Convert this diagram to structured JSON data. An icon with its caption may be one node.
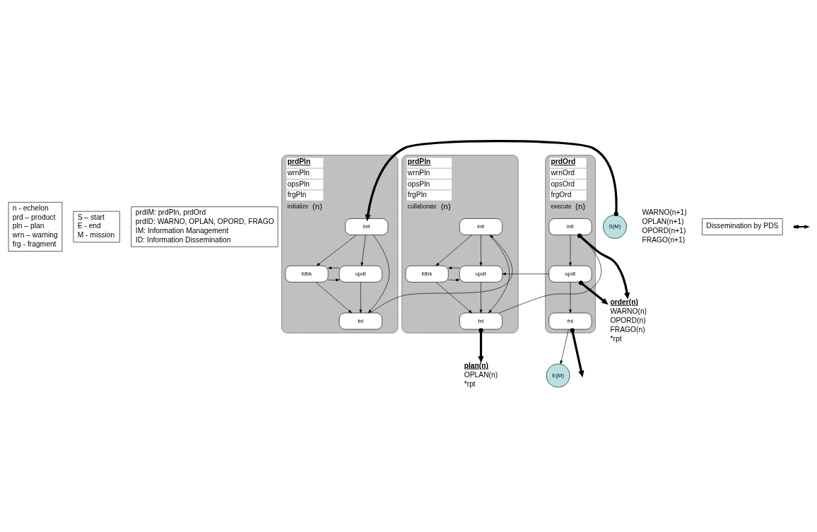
{
  "diagram": {
    "nodes": [
      {
        "text": [
          "n - echelon",
          "prd – product",
          "pln – plan",
          "wrn – warning",
          "frg - fragment"
        ]
      },
      {
        "text": [
          "S – start",
          "E - end",
          "M - mission"
        ]
      },
      {
        "text": [
          "prdIM: prdPln, prdOrd",
          "prdID: WARNO, OPLAN, OPORD, FRAGO",
          "IM: Information Management",
          "ID: Information Dissemination"
        ]
      },
      {
        "text": [
          "initialize",
          "(n)"
        ],
        "beside": [
          "prdPln",
          "wrnPln",
          "opsPln",
          "frgPln"
        ]
      },
      {
        "text": [
          "init"
        ],
        "in": 3
      },
      {
        "text": [
          "fdbk"
        ],
        "in": 3
      },
      {
        "text": [
          "updt"
        ],
        "in": 3
      },
      {
        "text": [
          "fnl"
        ],
        "in": 3
      },
      {
        "text": [
          "collaborate",
          "(n)"
        ],
        "beside": [
          "prdPln",
          "wrnPln",
          "opsPln",
          "frgPln"
        ]
      },
      {
        "text": [
          "init"
        ],
        "in": 8
      },
      {
        "text": [
          "fdbk"
        ],
        "in": 8
      },
      {
        "text": [
          "updt"
        ],
        "in": 8
      },
      {
        "text": [
          "fnl"
        ],
        "in": 8
      },
      {
        "text": [
          "execute",
          "(n)"
        ],
        "beside": [
          "prdOrd",
          "wrnOrd",
          "opsOrd",
          "frgOrd"
        ]
      },
      {
        "text": [
          "init"
        ],
        "in": 13
      },
      {
        "text": [
          "updt"
        ],
        "in": 13
      },
      {
        "text": [
          "fnl"
        ],
        "in": 13
      },
      {
        "text": [
          "S(M)"
        ]
      },
      {
        "text": [
          "E(M)"
        ]
      },
      {
        "text": [
          "plan(n)",
          "OPLAN(n)",
          "*rpt"
        ]
      },
      {
        "text": [
          "order(n)",
          "WARNO(n)",
          "OPORD(n)",
          "FRAGO(n)",
          "*rpt"
        ]
      }
    ],
    "edges": [
      {
        "from": 17,
        "to": 4,
        "arrow": "to",
        "style": "thick"
      },
      {
        "from": 4,
        "to": 5,
        "arrow": "to"
      },
      {
        "from": 4,
        "to": 6,
        "arrow": "to"
      },
      {
        "from": 4,
        "to": 7,
        "arrow": "to"
      },
      {
        "from": 5,
        "to": 6,
        "arrow": "to"
      },
      {
        "from": 6,
        "to": 5,
        "arrow": "to"
      },
      {
        "from": 5,
        "to": 7,
        "arrow": "to"
      },
      {
        "from": 6,
        "to": 7,
        "arrow": "to"
      },
      {
        "from": 7,
        "to": 9,
        "arrow": "to"
      },
      {
        "from": 9,
        "to": 10,
        "arrow": "to"
      },
      {
        "from": 9,
        "to": 11,
        "arrow": "to"
      },
      {
        "from": 9,
        "to": 12,
        "arrow": "to"
      },
      {
        "from": 10,
        "to": 11,
        "arrow": "to"
      },
      {
        "from": 11,
        "to": 10,
        "arrow": "to"
      },
      {
        "from": 10,
        "to": 12,
        "arrow": "to"
      },
      {
        "from": 11,
        "to": 12,
        "arrow": "to"
      },
      {
        "from": 12,
        "to": 19,
        "arrow": "to",
        "style": "thick"
      },
      {
        "from": 12,
        "to": 14,
        "arrow": "to"
      },
      {
        "from": 14,
        "to": 15,
        "arrow": "to"
      },
      {
        "from": 15,
        "to": 16,
        "arrow": "to"
      },
      {
        "from": 15,
        "to": 11,
        "arrow": "to"
      },
      {
        "from": 16,
        "to": 18,
        "arrow": "to"
      },
      {
        "from": 14,
        "to": 20,
        "arrow": "to",
        "style": "thick"
      },
      {
        "from": 15,
        "to": 20,
        "arrow": "to",
        "style": "thick"
      },
      {
        "from": 16,
        "to": null,
        "arrow": "to",
        "style": "thick"
      }
    ],
    "labels": [
      "WARNO(n+1)",
      "OPLAN(n+1)",
      "OPORD(n+1)",
      "FRAGO(n+1)"
    ],
    "legend": [
      {
        "text": "Dissemination by PDS"
      }
    ]
  }
}
